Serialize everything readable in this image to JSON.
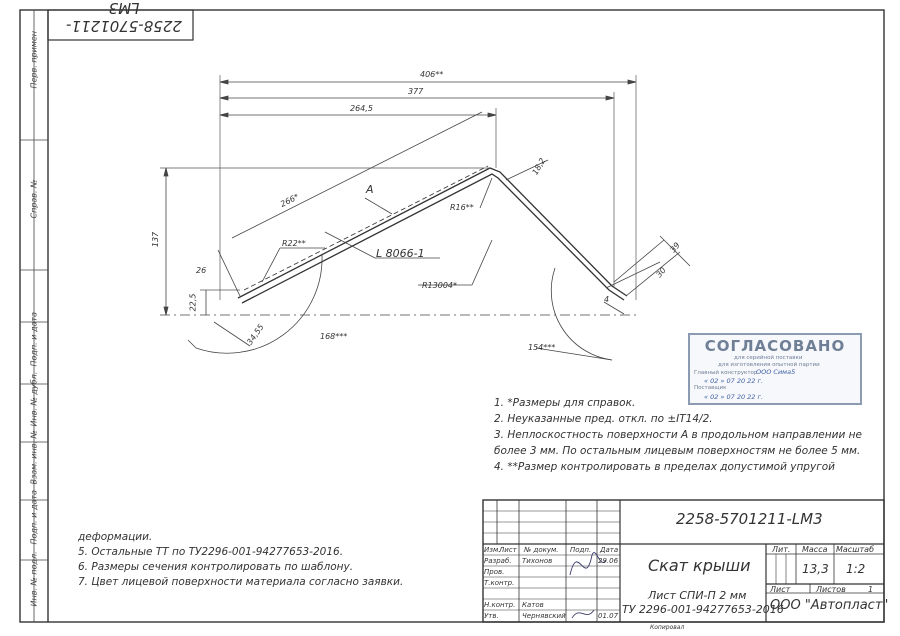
{
  "drawing_number_top": "2258-5701211-LM3",
  "side_labels": [
    "Перв. примен",
    "Справ. №",
    "Подп. и дата",
    "Инв. № дубл.",
    "Взам. инв. №",
    "Подп. и дата",
    "Инв. № подл."
  ],
  "dimensions": {
    "d406": "406**",
    "d377": "377",
    "d264": "264,5",
    "d266": "266*",
    "d137": "137",
    "d26": "26",
    "d225": "22,5",
    "d34": "34,55",
    "d168": "168***",
    "d154": "154***",
    "d182": "18,2",
    "d39": "39",
    "d30": "30",
    "d4": "4",
    "r22": "R22**",
    "r16": "R16**",
    "r13004": "R13004*",
    "label_a": "A",
    "label_l": "L 8066-1"
  },
  "notes": [
    "1. *Размеры для справок.",
    "2. Неуказанные пред. откл. по ±IT14/2.",
    "3. Неплоскостность поверхности А в продольном направлении не",
    "более 3 мм. По остальным лицевым поверхностям не более 5 мм.",
    "4. **Размер контролировать в пределах допустимой упругой",
    "деформации.",
    "5. Остальные ТТ по ТУ2296-001-94277653-2016.",
    "6. Размеры сечения контролировать по шаблону.",
    "7. Цвет лицевой поверхности материала согласно заявки."
  ],
  "stamp": {
    "title": "СОГЛАСОВАНО",
    "line1": "для серийной поставки",
    "line2": "для изготовления опытной партии",
    "chief_label": "Главный конструктор",
    "chief_value": "ООО Сима5",
    "date1": "« 02 » 07 20 22 г.",
    "supplier_label": "Поставщик",
    "date2": "« 02 » 07 20 22 г."
  },
  "title_block": {
    "designation": "2258-5701211-LM3",
    "part_name": "Скат крыши",
    "material_line1": "Лист СПИ-П 2 мм",
    "material_line2": "ТУ 2296-001-94277653-2016",
    "company": "ООО \"Автопласт\"",
    "head_izm": "Изм.",
    "head_list": "Лист",
    "head_docnum": "№ докум.",
    "head_sign": "Подп.",
    "head_date": "Дата",
    "row_razrab": "Разраб.",
    "row_prov": "Пров.",
    "row_tkontr": "Т.контр.",
    "row_nkontr": "Н.контр.",
    "row_utv": "Утв.",
    "name_razrab": "Тихонов",
    "name_nkontr": "Катов",
    "name_utv": "Чернявский",
    "date_razrab": "29.06",
    "date_utv": "01.07",
    "lit_label": "Лит.",
    "mass_label": "Масса",
    "scale_label": "Масштаб",
    "mass_value": "13,3",
    "scale_value": "1:2",
    "sheet_label": "Лист",
    "sheets_label": "Листов",
    "sheets_value": "1",
    "copied_label": "Копировал"
  }
}
